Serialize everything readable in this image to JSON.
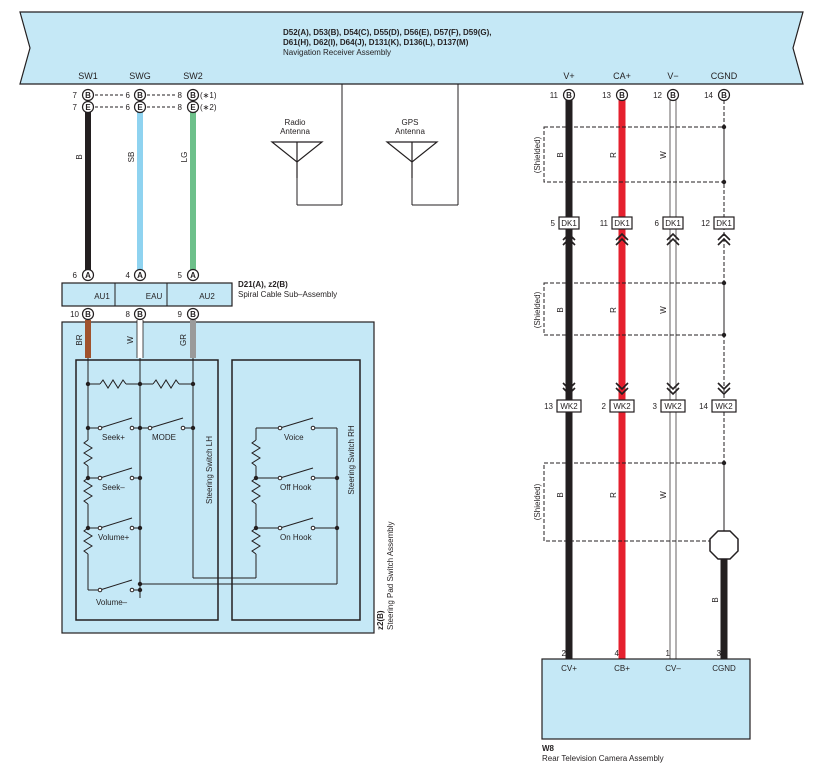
{
  "top_block": {
    "connector_line1": "D52(A), D53(B), D54(C), D55(D), D56(E), D57(F), D59(G),",
    "connector_line2": "D61(H), D62(I), D64(J), D131(K), D136(L), D137(M)",
    "name": "Navigation Receiver Assembly",
    "terminals": [
      "SW1",
      "SWG",
      "SW2",
      "V+",
      "CA+",
      "V−",
      "CGND"
    ]
  },
  "left_pins_row1": {
    "nums": [
      "7",
      "6",
      "8"
    ],
    "letters": [
      "B",
      "B",
      "B"
    ],
    "note": "(∗1)"
  },
  "left_pins_row2": {
    "nums": [
      "7",
      "6",
      "8"
    ],
    "letters": [
      "E",
      "E",
      "E"
    ],
    "note": "(∗2)"
  },
  "wire_colors_upper": [
    "B",
    "SB",
    "LG"
  ],
  "antennas": {
    "radio_1": "Radio",
    "radio_2": "Antenna",
    "gps_1": "GPS",
    "gps_2": "Antenna"
  },
  "spiral_cable": {
    "id": "D21(A), z2(B)",
    "name": "Spiral Cable Sub–Assembly",
    "terminals": [
      "AU1",
      "EAU",
      "AU2"
    ],
    "top_pins": [
      {
        "num": "6",
        "letter": "A"
      },
      {
        "num": "4",
        "letter": "A"
      },
      {
        "num": "5",
        "letter": "A"
      }
    ],
    "bottom_pins": [
      {
        "num": "10",
        "letter": "B"
      },
      {
        "num": "8",
        "letter": "B"
      },
      {
        "num": "9",
        "letter": "B"
      }
    ]
  },
  "wire_colors_lower": [
    "BR",
    "W",
    "GR"
  ],
  "steering_pad": {
    "id": "z2(B)",
    "name": "Steering Pad Switch Assembly",
    "lh_label": "Steering Switch LH",
    "rh_label": "Steering Switch RH",
    "lh_switches": [
      "Seek+",
      "MODE",
      "Seek–",
      "Volume+",
      "Volume–"
    ],
    "rh_switches": [
      "Voice",
      "Off Hook",
      "On Hook"
    ]
  },
  "right_top_pins": [
    "11",
    "13",
    "12",
    "14"
  ],
  "right_top_letters": [
    "B",
    "B",
    "B",
    "B"
  ],
  "shielded": "(Shielded)",
  "wire_colors_right": [
    "B",
    "R",
    "W"
  ],
  "dk1": {
    "nums": [
      "5",
      "11",
      "6",
      "12"
    ],
    "label": "DK1"
  },
  "wk2": {
    "nums": [
      "13",
      "2",
      "3",
      "14"
    ],
    "label": "WK2"
  },
  "ground_wire_color": "B",
  "camera": {
    "pins": [
      "2",
      "4",
      "1",
      "3"
    ],
    "terminals": [
      "CV+",
      "CB+",
      "CV–",
      "CGND"
    ],
    "id": "W8",
    "name": "Rear Television Camera Assembly"
  },
  "colors": {
    "block_fill": "#c5e8f6",
    "black_wire": "#231f20",
    "sky_blue_wire": "#8fd3f0",
    "light_green_wire": "#6dc08a",
    "brown_wire": "#a0522d",
    "gray_wire": "#9a9a9a",
    "red_wire": "#e5202e"
  }
}
